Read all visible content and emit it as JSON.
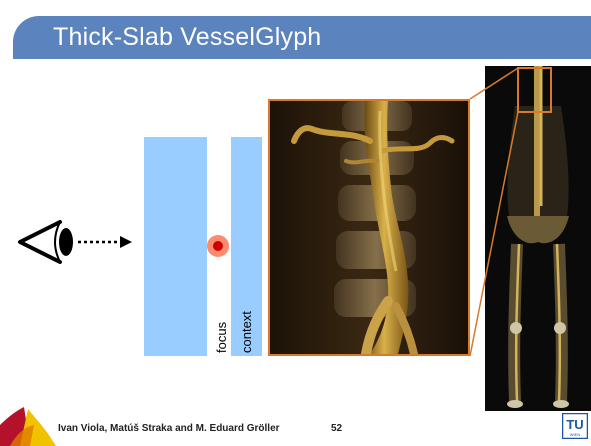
{
  "slide": {
    "title": "Thick-Slab VesselGlyph",
    "labels": {
      "focus": "focus",
      "context": "context"
    },
    "footer": {
      "authors": "Ivan Viola, Matúš Straka and M. Eduard Gröller",
      "page_number": "52"
    },
    "logos": {
      "tu_text": "TU",
      "tu_subtext": "WIEN"
    },
    "colors": {
      "title_bar": "#5b83bd",
      "slab": "#99ccff",
      "focus_point": "#cc0000",
      "callout": "#d77a2c"
    },
    "icons": [
      "eye-icon",
      "dotted-arrow-icon",
      "focus-point-icon",
      "tu-wien-logo",
      "institute-logo"
    ]
  }
}
